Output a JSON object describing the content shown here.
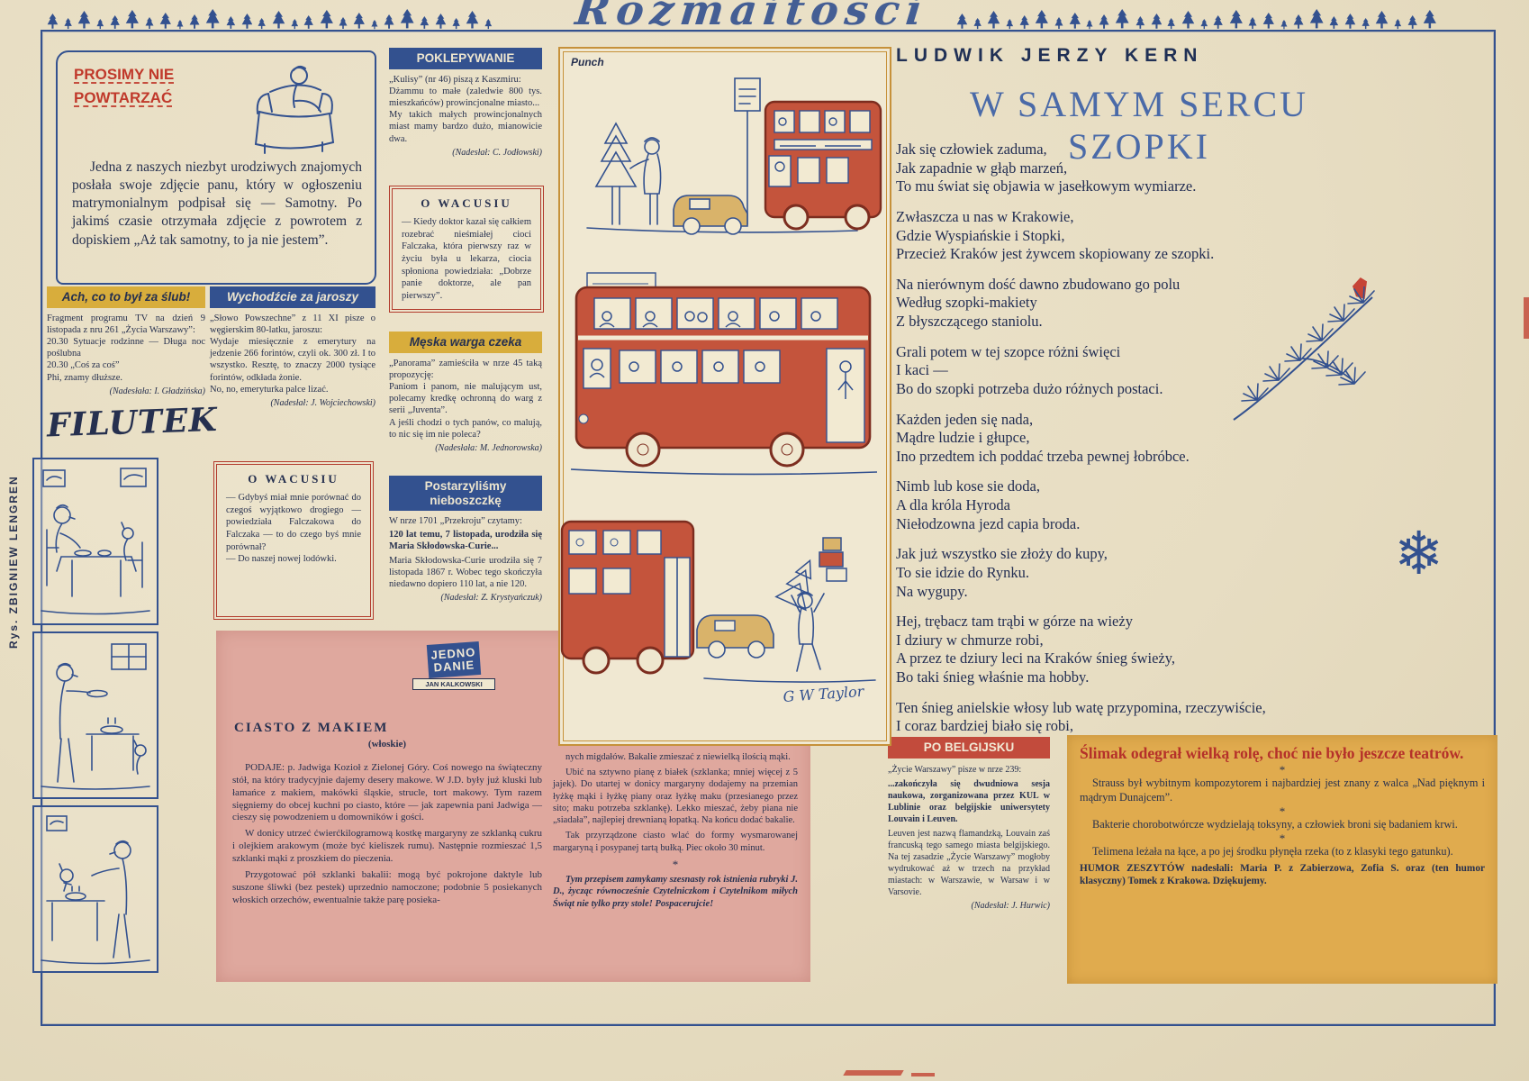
{
  "masthead": {
    "title": "Rozmaitości"
  },
  "margin_credit": "Rys. ZBIGNIEW LENGREN",
  "colors": {
    "ink_blue": "#33518f",
    "accent_red": "#c24b3c",
    "bar_yellow": "#d8ad3c",
    "recipe_pink": "#dfa89e",
    "humor_orange": "#e0ab4e"
  },
  "prosimy": {
    "title": "PROSIMY NIE\nPOWTARZAĆ",
    "body": "Jedna z naszych niezbyt urodziwych znajomych posłała swoje zdjęcie panu, który w ogłoszeniu matrymonialnym podpisał się — Samotny. Po jakimś czasie otrzymała zdjęcie z powrotem z dopiskiem „Aż tak samotny, to ja nie jestem”."
  },
  "slub": {
    "header": "Ach, co to był za ślub!",
    "body": "Fragment programu TV na dzień 9 listopada z nru 261 „Życia Warszawy”:\n20.30 Sytuacje rodzinne — Długa noc poślubna\n20.30 „Coś za coś”\nPhi, znamy dłuższe.",
    "attribution": "(Nadesłała: I. Gładzińska)"
  },
  "jarosze": {
    "header": "Wychodźcie za jaroszy",
    "body": "„Słowo Powszechne” z 11 XI pisze o węgierskim 80-latku, jaroszu:\nWydaje miesięcznie z emerytury na jedzenie 266 forintów, czyli ok. 300 zł. I to wszystko. Resztę, to znaczy 2000 tysiące forintów, odkłada żonie.\nNo, no, emeryturka palce lizać.",
    "attribution": "(Nadesłał: J. Wojciechowski)"
  },
  "filutek": {
    "title": "FILUTEK"
  },
  "poklepywanie": {
    "header": "POKLEPYWANIE",
    "body": "„Kulisy” (nr 46) piszą z Kaszmiru:\nDżammu to małe (zaledwie 800 tys. mieszkańców) prowincjonalne miasto...\nMy takich małych prowincjonalnych miast mamy bardzo dużo, mianowicie dwa.",
    "attribution": "(Nadesłał: C. Jodłowski)"
  },
  "wacusiu1": {
    "header": "O WACUSIU",
    "body": "— Kiedy doktor kazał się całkiem rozebrać nieśmiałej cioci Falczaka, która pierwszy raz w życiu była u lekarza, ciocia spłoniona powiedziała: „Dobrze panie doktorze, ale pan pierwszy”."
  },
  "meska": {
    "header": "Męska warga czeka",
    "body": "„Panorama” zamieściła w nrze 45 taką propozycję:\nPaniom i panom, nie malującym ust, polecamy kredkę ochronną do warg z serii „Juventa”.\nA jeśli chodzi o tych panów, co malują, to nic się im nie poleca?",
    "attribution": "(Nadesłała: M. Jednorowska)"
  },
  "postarzylismy": {
    "header": "Postarzyliśmy\nnieboszczkę",
    "p1": "W nrze 1701 „Przekroju” czytamy:",
    "p2": "120 lat temu, 7 listopada, urodziła się Maria Skłodowska-Curie...",
    "p3": "Maria Skłodowska-Curie urodziła się 7 listopada 1867 r. Wobec tego skończyła niedawno dopiero 110 lat, a nie 120.",
    "attribution": "(Nadesłał: Z. Krystyańczuk)"
  },
  "wacusiu2": {
    "header": "O WACUSIU",
    "body": "— Gdybyś miał mnie porównać do czegoś wyjątkowo drogiego — powiedziała Falczakowa do Falczaka — to do czego byś mnie porównał?\n— Do naszej nowej lodówki."
  },
  "punch": {
    "label": "Punch",
    "signature": "G W Taylor"
  },
  "recipe": {
    "stamp_line1": "JEDNO",
    "stamp_line2": "DANIE",
    "stamp_line3": "JAN KALKOWSKI",
    "title": "CIASTO Z MAKIEM",
    "subtitle": "(włoskie)",
    "col1_p1": "PODAJE: p. Jadwiga Kozioł z Zielonej Góry. Coś nowego na świąteczny stół, na który tradycyjnie dajemy desery makowe. W J.D. były już kluski lub łamańce z makiem, makówki śląskie, strucle, tort makowy. Tym razem sięgniemy do obcej kuchni po ciasto, które — jak zapewnia pani Jadwiga — cieszy się powodzeniem u domowników i gości.",
    "col1_p2": "W donicy utrzeć ćwierćkilogramową kostkę margaryny ze szklanką cukru i olejkiem arakowym (może być kieliszek rumu). Następnie rozmieszać 1,5 szklanki mąki z proszkiem do pieczenia.",
    "col1_p3": "Przygotować pół szklanki bakalii: mogą być pokrojone daktyle lub suszone śliwki (bez pestek) uprzednio namoczone; podobnie 5 posiekanych włoskich orzechów, ewentualnie także parę posieka-",
    "col2_p1": "nych migdałów. Bakalie zmieszać z niewielką ilością mąki.",
    "col2_p2": "Ubić na sztywno pianę z białek (szklanka; mniej więcej z 5 jajek). Do utartej w donicy margaryny dodajemy na przemian łyżkę mąki i łyżkę piany oraz łyżkę maku (przesianego przez sito; maku potrzeba szklankę). Lekko mieszać, żeby piana nie „siadała”, najlepiej drewnianą łopatką. Na końcu dodać bakalie.",
    "col2_p3": "Tak przyrządzone ciasto wlać do formy wysmarowanej margaryną i posypanej tartą bułką. Piec około 30 minut.",
    "divider": "*",
    "col2_p4": "Tym przepisem zamykamy szesnasty rok istnienia rubryki J. D., życząc równocześnie Czytelniczkom i Czytelnikom miłych Świąt nie tylko przy stole! Pospacerujcie!"
  },
  "kern": {
    "byline": "LUDWIK JERZY KERN",
    "title": "W SAMYM SERCU SZOPKI",
    "stanzas": [
      "Jak się człowiek zaduma,\nJak zapadnie w głąb marzeń,\nTo mu świat się objawia w jasełkowym wymiarze.",
      "Zwłaszcza u nas w Krakowie,\nGdzie Wyspiańskie i Stopki,\nPrzecież Kraków jest żywcem skopiowany ze szopki.",
      "Na nierównym dość dawno zbudowano go polu\nWedług szopki-makiety\nZ błyszczącego staniolu.",
      "Grali potem w tej szopce różni święci\nI kaci —\nBo do szopki potrzeba dużo różnych postaci.",
      "Każden jeden się nada,\nMądre ludzie i głupce,\nIno przedtem ich poddać trzeba pewnej łobróbce.",
      "Nimb lub kose sie doda,\nA dla króla Hyroda\nNiełodzowna jezd capia broda.",
      "Jak już wszystko sie złoży do kupy,\nTo sie idzie do Rynku.\nNa wygupy.",
      "Hej, trębacz tam trąbi w górze na wieży\nI dziury w chmurze robi,\nA przez te dziury leci na Kraków śnieg świeży,\nBo taki śnieg właśnie ma hobby.",
      "Ten śnieg anielskie włosy lub watę przypomina, rzeczywiście,\nI coraz bardziej biało się robi,\nI coraz uroczyściej."
    ]
  },
  "belgijsku": {
    "header": "PO BELGIJSKU",
    "p1": "„Życie Warszawy” pisze w nrze 239:",
    "p2": "...zakończyła się dwudniowa sesja naukowa, zorganizowana przez KUL w Lublinie oraz belgijskie uniwersytety Louvain i Leuven.",
    "p3": "Leuven jest nazwą flamandzką, Louvain zaś francuską tego samego miasta belgijskiego. Na tej zasadzie „Życie Warszawy” mogłoby wydrukować aż w trzech na przykład miastach: w Warszawie, w Warsaw i w Varsovie.",
    "attribution": "(Nadesłał: J. Hurwic)"
  },
  "slimak": {
    "title": "Ślimak odegrał wielką rolę, choć nie było jeszcze teatrów.",
    "sep": "*",
    "p1": "Strauss był wybitnym kompozytorem i najbardziej jest znany z walca „Nad pięknym i mądrym Dunajcem”.",
    "p2": "Bakterie chorobotwórcze wydzielają toksyny, a człowiek broni się badaniem krwi.",
    "p3": "Telimena leżała na łące, a po jej środku płynęła rzeka (to z klasyki tego gatunku).",
    "footer": "HUMOR ZESZYTÓW nadesłali: Maria P. z Zabierzowa, Zofia S. oraz (ten humor klasyczny) Tomek z Krakowa. Dziękujemy."
  }
}
